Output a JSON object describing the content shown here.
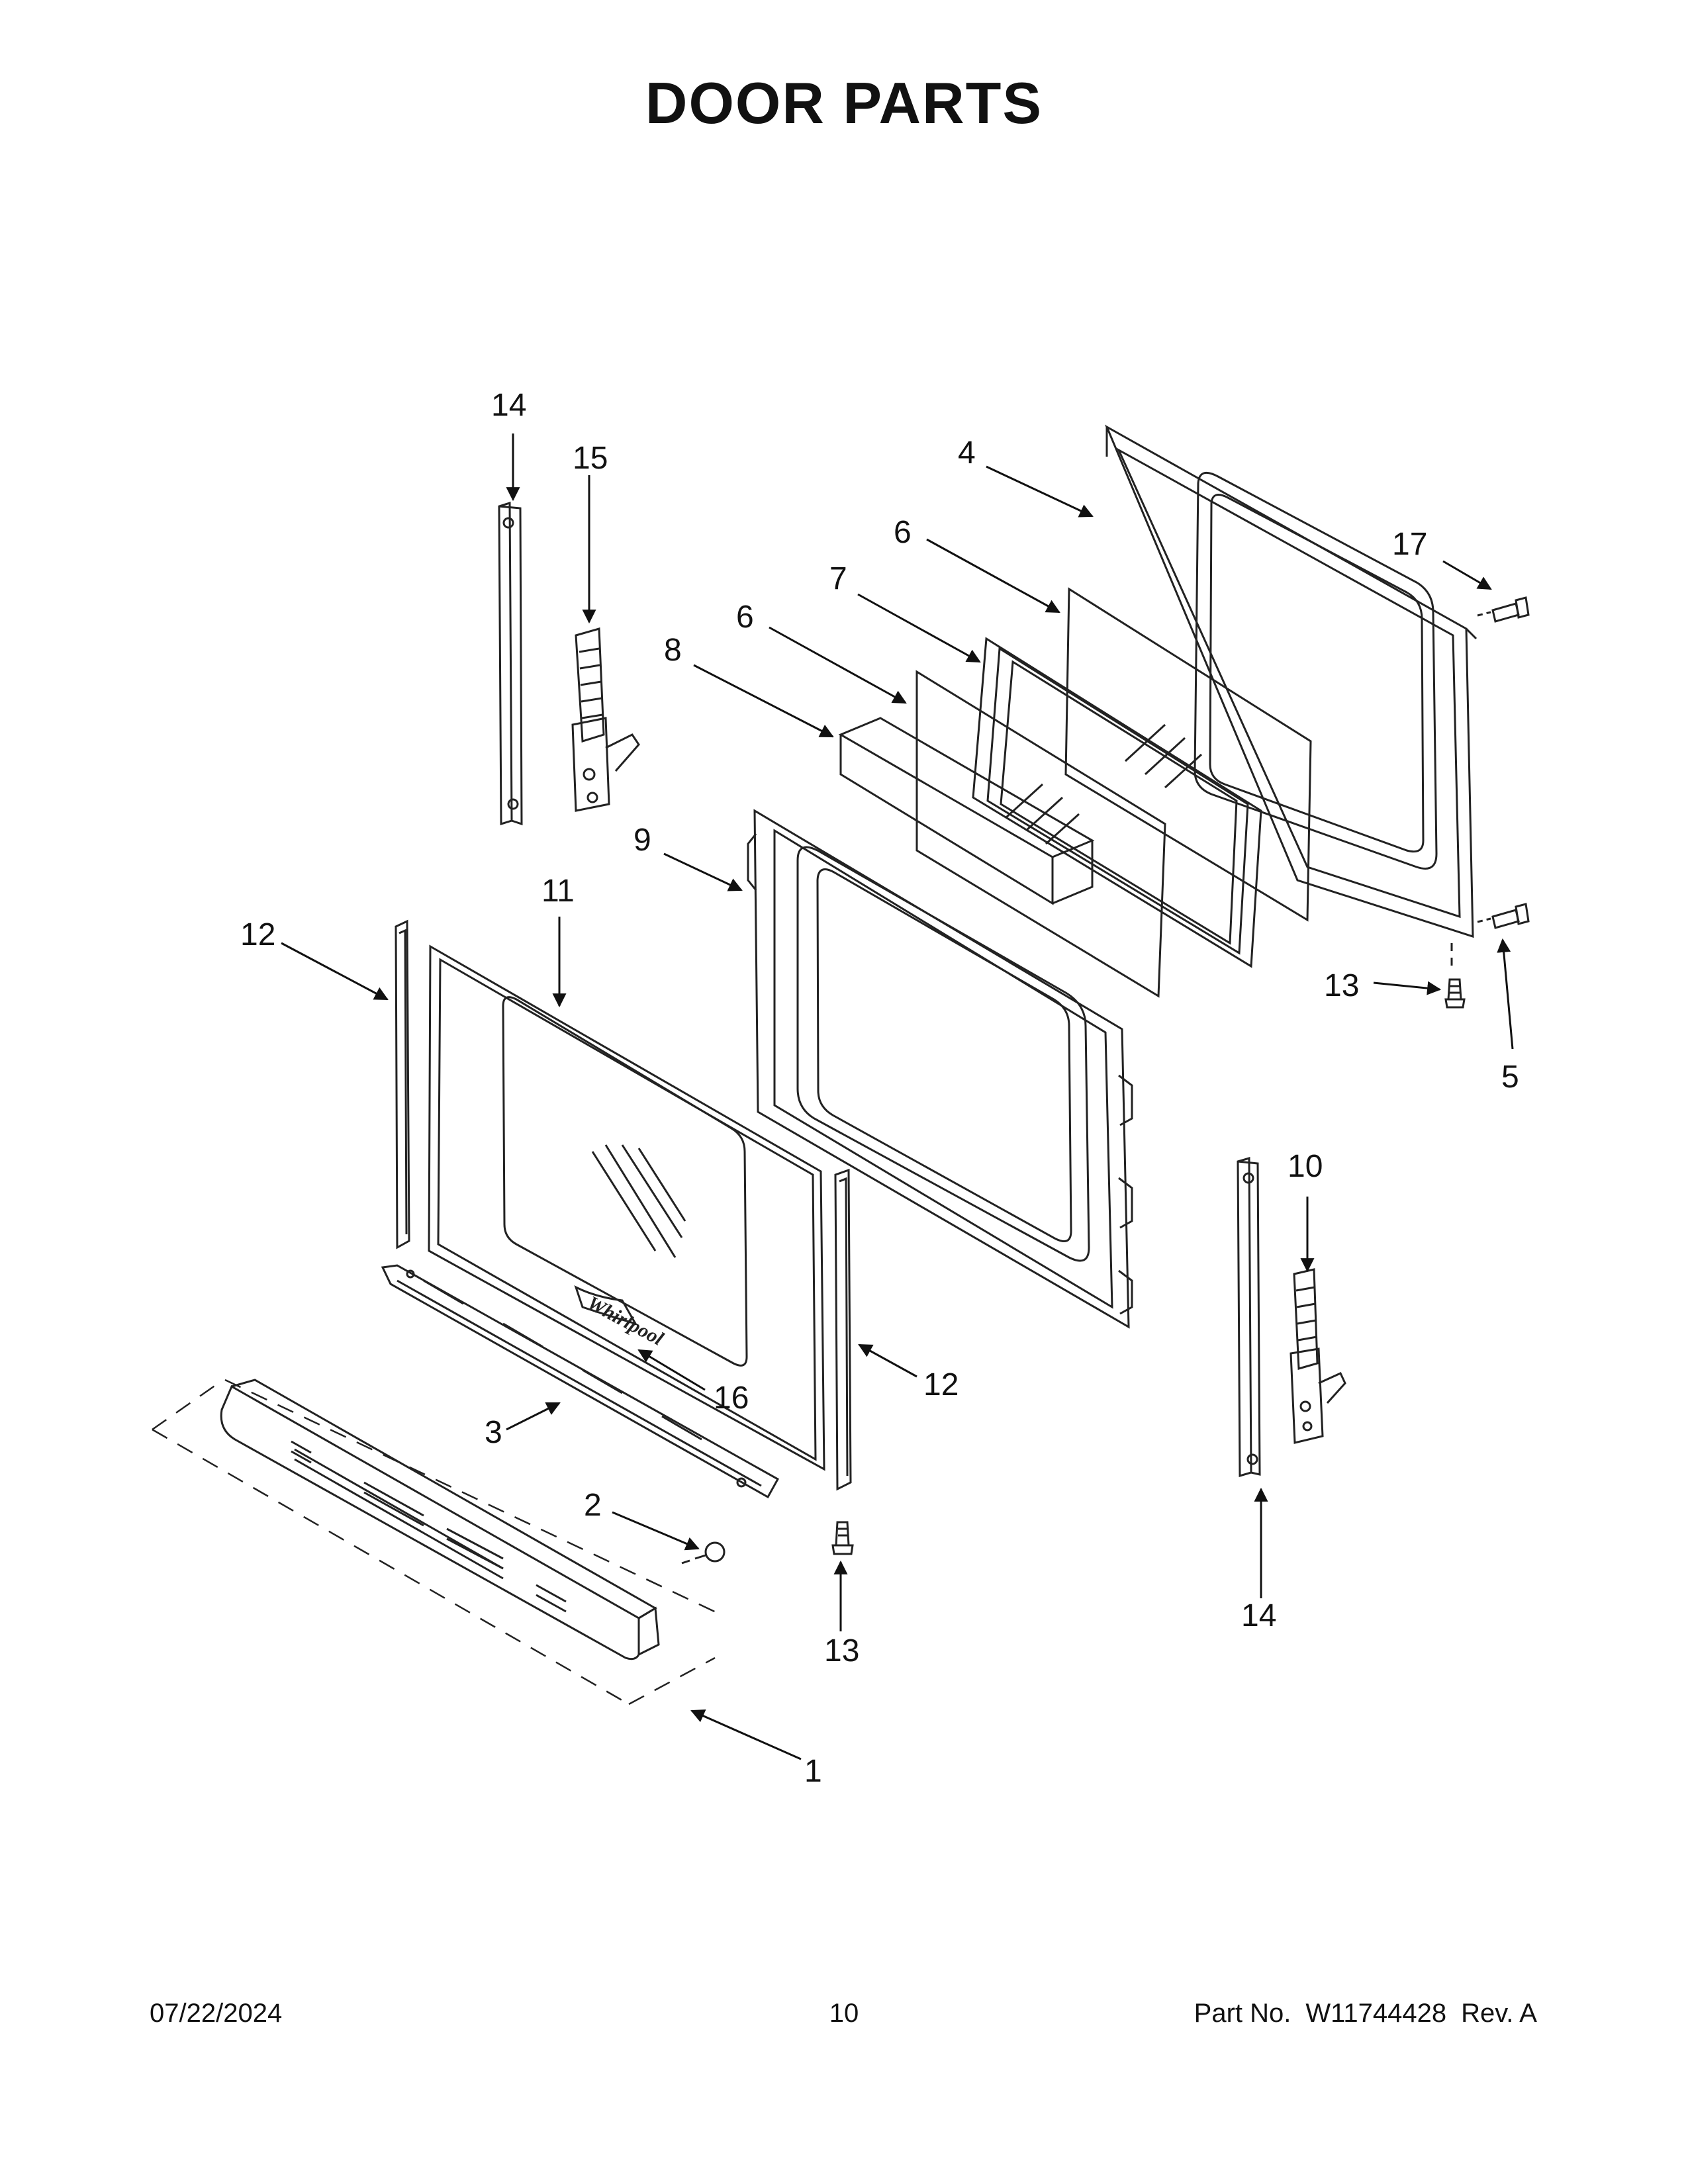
{
  "title": "DOOR PARTS",
  "logo_text": "Whirlpool",
  "footer": {
    "date": "07/22/2024",
    "page": "10",
    "part_label": "Part No.",
    "part_number": "W11744428",
    "revision": "Rev. A"
  },
  "callouts": [
    {
      "id": "c1",
      "label": "1"
    },
    {
      "id": "c2",
      "label": "2"
    },
    {
      "id": "c3",
      "label": "3"
    },
    {
      "id": "c4",
      "label": "4"
    },
    {
      "id": "c5",
      "label": "5"
    },
    {
      "id": "c6a",
      "label": "6"
    },
    {
      "id": "c6b",
      "label": "6"
    },
    {
      "id": "c7",
      "label": "7"
    },
    {
      "id": "c8",
      "label": "8"
    },
    {
      "id": "c9",
      "label": "9"
    },
    {
      "id": "c10",
      "label": "10"
    },
    {
      "id": "c11",
      "label": "11"
    },
    {
      "id": "c12a",
      "label": "12"
    },
    {
      "id": "c12b",
      "label": "12"
    },
    {
      "id": "c13a",
      "label": "13"
    },
    {
      "id": "c13b",
      "label": "13"
    },
    {
      "id": "c14a",
      "label": "14"
    },
    {
      "id": "c14b",
      "label": "14"
    },
    {
      "id": "c15",
      "label": "15"
    },
    {
      "id": "c16",
      "label": "16"
    },
    {
      "id": "c17",
      "label": "17"
    }
  ]
}
